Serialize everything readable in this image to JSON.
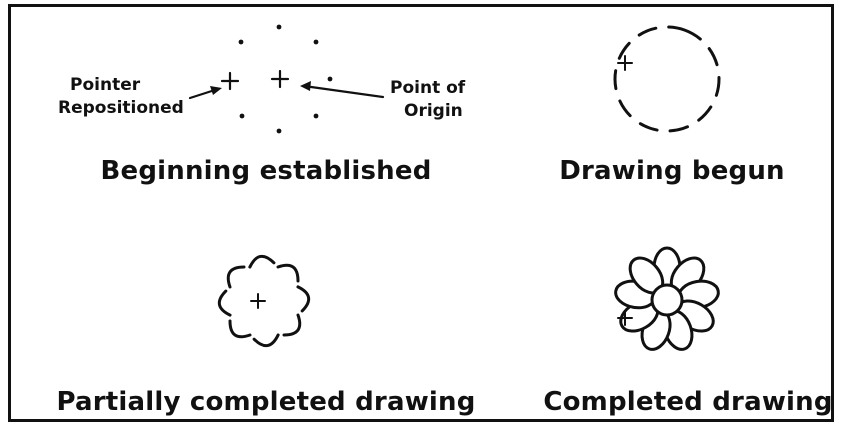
{
  "panels": {
    "beginning": {
      "caption": "Beginning established",
      "labels": {
        "pointer_line1": "Pointer",
        "pointer_line2": "Repositioned",
        "origin_line1": "Point of",
        "origin_line2": "Origin"
      }
    },
    "drawing_begun": {
      "caption": "Drawing begun"
    },
    "partial": {
      "caption": "Partially completed drawing"
    },
    "completed": {
      "caption": "Completed drawing"
    }
  }
}
